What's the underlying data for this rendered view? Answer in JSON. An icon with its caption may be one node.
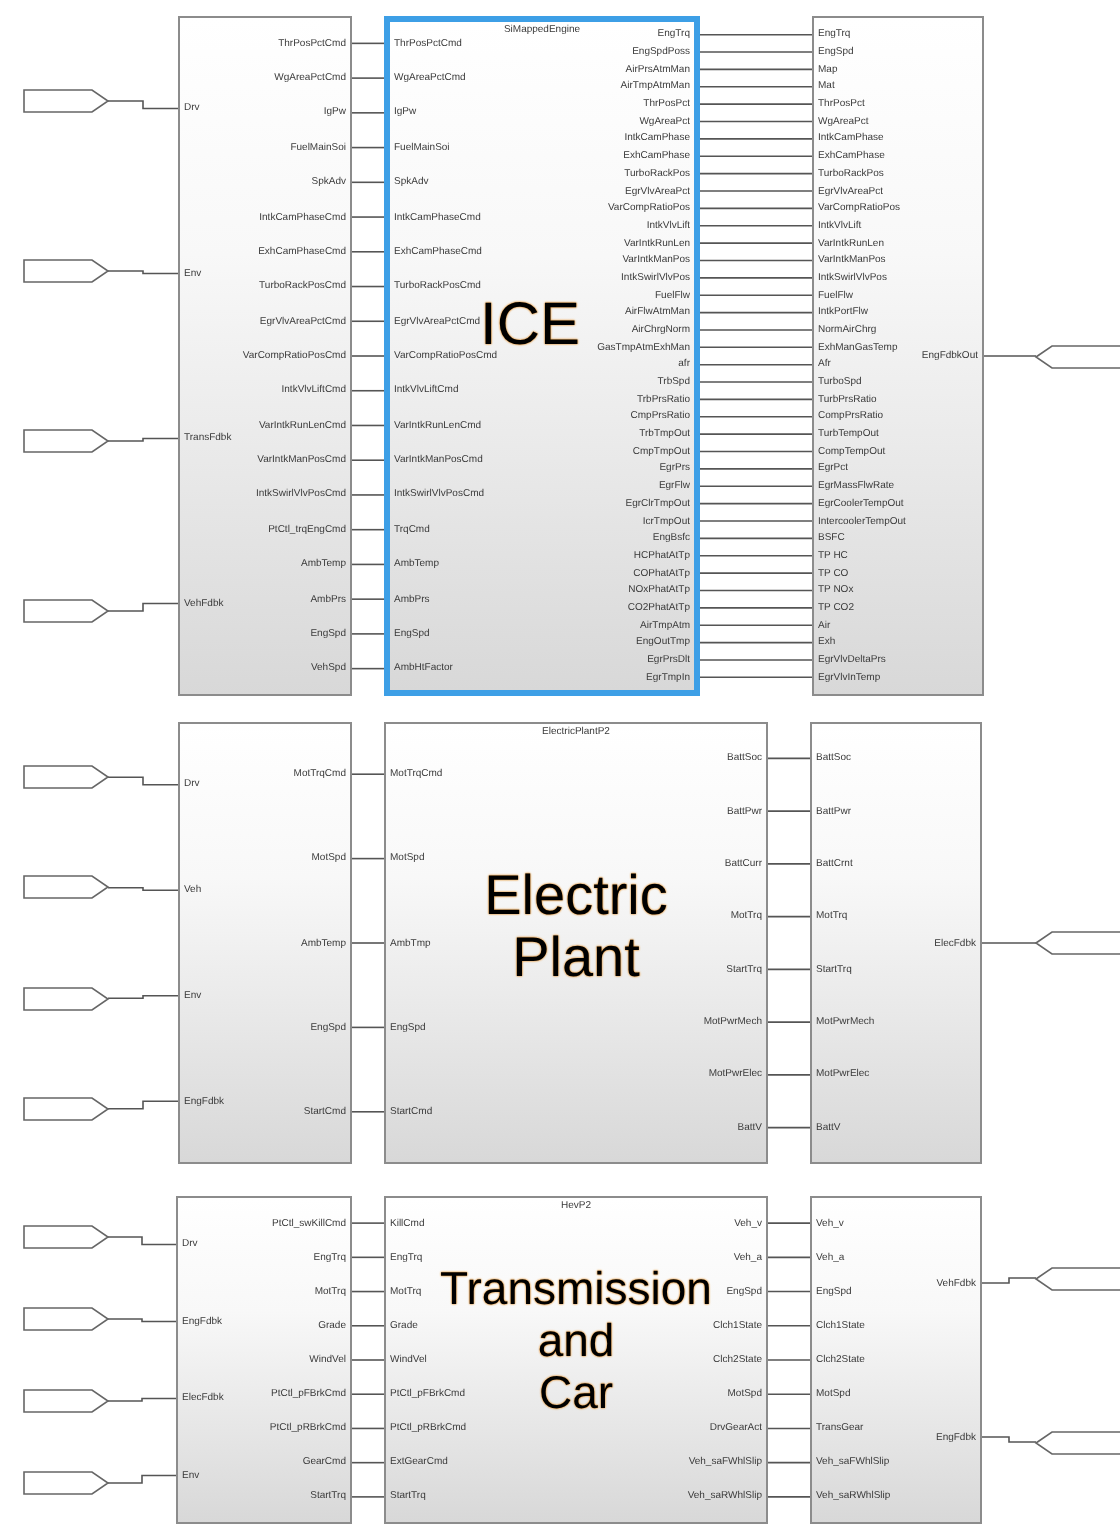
{
  "diagram": {
    "nodes": [
      {
        "text": [],
        "shape": "pentagon"
      },
      {
        "text": [],
        "shape": "pentagon"
      },
      {
        "text": [],
        "shape": "pentagon"
      },
      {
        "text": [],
        "shape": "pentagon"
      },
      {
        "text": [
          "Drv",
          "Env",
          "TransFdbk",
          "VehFdbk",
          "ThrPosPctCmd",
          "WgAreaPctCmd",
          "IgPw",
          "FuelMainSoi",
          "SpkAdv",
          "IntkCamPhaseCmd",
          "ExhCamPhaseCmd",
          "TurboRackPosCmd",
          "EgrVlvAreaPctCmd",
          "VarCompRatioPosCmd",
          "IntkVlvLiftCmd",
          "VarIntkRunLenCmd",
          "VarIntkManPosCmd",
          "IntkSwirlVlvPosCmd",
          "PtCtl_trqEngCmd",
          "AmbTemp",
          "AmbPrs",
          "EngSpd",
          "VehSpd"
        ]
      },
      {
        "text": [
          "SiMappedEngine",
          "ThrPosPctCmd",
          "WgAreaPctCmd",
          "IgPw",
          "FuelMainSoi",
          "SpkAdv",
          "IntkCamPhaseCmd",
          "ExhCamPhaseCmd",
          "TurboRackPosCmd",
          "EgrVlvAreaPctCmd",
          "VarCompRatioPosCmd",
          "IntkVlvLiftCmd",
          "VarIntkRunLenCmd",
          "VarIntkManPosCmd",
          "IntkSwirlVlvPosCmd",
          "TrqCmd",
          "AmbTemp",
          "AmbPrs",
          "EngSpd",
          "AmbHtFactor",
          "EngTrq",
          "EngSpdPoss",
          "AirPrsAtmMan",
          "AirTmpAtmMan",
          "ThrPosPct",
          "WgAreaPct",
          "IntkCamPhase",
          "ExhCamPhase",
          "TurboRackPos",
          "EgrVlvAreaPct",
          "VarCompRatioPos",
          "IntkVlvLift",
          "VarIntkRunLen",
          "VarIntkManPos",
          "IntkSwirlVlvPos",
          "FuelFlw",
          "AirFlwAtmMan",
          "AirChrgNorm",
          "GasTmpAtmExhMan",
          "afr",
          "TrbSpd",
          "TrbPrsRatio",
          "CmpPrsRatio",
          "TrbTmpOut",
          "CmpTmpOut",
          "EgrPrs",
          "EgrFlw",
          "EgrClrTmpOut",
          "IcrTmpOut",
          "EngBsfc",
          "HCPhatAtTp",
          "COPhatAtTp",
          "NOxPhatAtTp",
          "CO2PhatAtTp",
          "AirTmpAtm",
          "EngOutTmp",
          "EgrPrsDlt",
          "EgrTmpIn"
        ]
      },
      {
        "text": [
          "EngTrq",
          "EngSpd",
          "Map",
          "Mat",
          "ThrPosPct",
          "WgAreaPct",
          "IntkCamPhase",
          "ExhCamPhase",
          "TurboRackPos",
          "EgrVlvAreaPct",
          "VarCompRatioPos",
          "IntkVlvLift",
          "VarIntkRunLen",
          "VarIntkManPos",
          "IntkSwirlVlvPos",
          "FuelFlw",
          "IntkPortFlw",
          "NormAirChrg",
          "ExhManGasTemp",
          "Afr",
          "TurboSpd",
          "TurbPrsRatio",
          "CompPrsRatio",
          "TurbTempOut",
          "CompTempOut",
          "EgrPct",
          "EgrMassFlwRate",
          "EgrCoolerTempOut",
          "IntercoolerTempOut",
          "BSFC",
          "TP HC",
          "TP CO",
          "TP NOx",
          "TP CO2",
          "Air",
          "Exh",
          "EgrVlvDeltaPrs",
          "EgrVlvInTemp",
          "EngFdbkOut"
        ]
      },
      {
        "text": [],
        "shape": "pentagon"
      },
      {
        "text": [],
        "shape": "pentagon"
      },
      {
        "text": [],
        "shape": "pentagon"
      },
      {
        "text": [],
        "shape": "pentagon"
      },
      {
        "text": [],
        "shape": "pentagon"
      },
      {
        "text": [
          "Drv",
          "Veh",
          "Env",
          "EngFdbk",
          "MotTrqCmd",
          "MotSpd",
          "AmbTemp",
          "EngSpd",
          "StartCmd"
        ]
      },
      {
        "text": [
          "ElectricPlantP2",
          "MotTrqCmd",
          "MotSpd",
          "AmbTmp",
          "EngSpd",
          "StartCmd",
          "BattSoc",
          "BattPwr",
          "BattCurr",
          "MotTrq",
          "StartTrq",
          "MotPwrMech",
          "MotPwrElec",
          "BattV"
        ]
      },
      {
        "text": [
          "BattSoc",
          "BattPwr",
          "BattCrnt",
          "MotTrq",
          "StartTrq",
          "MotPwrMech",
          "MotPwrElec",
          "BattV",
          "ElecFdbk"
        ]
      },
      {
        "text": [],
        "shape": "pentagon"
      },
      {
        "text": [],
        "shape": "pentagon"
      },
      {
        "text": [],
        "shape": "pentagon"
      },
      {
        "text": [],
        "shape": "pentagon"
      },
      {
        "text": [],
        "shape": "pentagon"
      },
      {
        "text": [
          "Drv",
          "EngFdbk",
          "ElecFdbk",
          "Env",
          "PtCtl_swKillCmd",
          "EngTrq",
          "MotTrq",
          "Grade",
          "WindVel",
          "PtCtl_pFBrkCmd",
          "PtCtl_pRBrkCmd",
          "GearCmd",
          "StartTrq"
        ]
      },
      {
        "text": [
          "HevP2",
          "KillCmd",
          "EngTrq",
          "MotTrq",
          "Grade",
          "WindVel",
          "PtCtl_pFBrkCmd",
          "PtCtl_pRBrkCmd",
          "ExtGearCmd",
          "StartTrq",
          "Veh_v",
          "Veh_a",
          "EngSpd",
          "Clch1State",
          "Clch2State",
          "MotSpd",
          "DrvGearAct",
          "Veh_saFWhlSlip",
          "Veh_saRWhlSlip"
        ]
      },
      {
        "text": [
          "Veh_v",
          "Veh_a",
          "EngSpd",
          "Clch1State",
          "Clch2State",
          "MotSpd",
          "TransGear",
          "Veh_saFWhlSlip",
          "Veh_saRWhlSlip",
          "VehFdbk",
          "EngFdbk"
        ]
      },
      {
        "text": [],
        "shape": "pentagon"
      },
      {
        "text": [],
        "shape": "pentagon"
      }
    ],
    "edges": [
      {
        "from": 0,
        "to": 4,
        "arrow": "none"
      },
      {
        "from": 1,
        "to": 4,
        "arrow": "none"
      },
      {
        "from": 2,
        "to": 4,
        "arrow": "none"
      },
      {
        "from": 3,
        "to": 4,
        "arrow": "none"
      },
      {
        "from": 4,
        "to": 5,
        "arrow": "none"
      },
      {
        "from": 4,
        "to": 5,
        "arrow": "none"
      },
      {
        "from": 4,
        "to": 5,
        "arrow": "none"
      },
      {
        "from": 4,
        "to": 5,
        "arrow": "none"
      },
      {
        "from": 4,
        "to": 5,
        "arrow": "none"
      },
      {
        "from": 4,
        "to": 5,
        "arrow": "none"
      },
      {
        "from": 4,
        "to": 5,
        "arrow": "none"
      },
      {
        "from": 4,
        "to": 5,
        "arrow": "none"
      },
      {
        "from": 4,
        "to": 5,
        "arrow": "none"
      },
      {
        "from": 4,
        "to": 5,
        "arrow": "none"
      },
      {
        "from": 4,
        "to": 5,
        "arrow": "none"
      },
      {
        "from": 4,
        "to": 5,
        "arrow": "none"
      },
      {
        "from": 4,
        "to": 5,
        "arrow": "none"
      },
      {
        "from": 4,
        "to": 5,
        "arrow": "none"
      },
      {
        "from": 4,
        "to": 5,
        "arrow": "none"
      },
      {
        "from": 4,
        "to": 5,
        "arrow": "none"
      },
      {
        "from": 4,
        "to": 5,
        "arrow": "none"
      },
      {
        "from": 4,
        "to": 5,
        "arrow": "none"
      },
      {
        "from": 4,
        "to": 5,
        "arrow": "none"
      },
      {
        "from": 5,
        "to": 6,
        "arrow": "none"
      },
      {
        "from": 5,
        "to": 6,
        "arrow": "none"
      },
      {
        "from": 5,
        "to": 6,
        "arrow": "none"
      },
      {
        "from": 5,
        "to": 6,
        "arrow": "none"
      },
      {
        "from": 5,
        "to": 6,
        "arrow": "none"
      },
      {
        "from": 5,
        "to": 6,
        "arrow": "none"
      },
      {
        "from": 5,
        "to": 6,
        "arrow": "none"
      },
      {
        "from": 5,
        "to": 6,
        "arrow": "none"
      },
      {
        "from": 5,
        "to": 6,
        "arrow": "none"
      },
      {
        "from": 5,
        "to": 6,
        "arrow": "none"
      },
      {
        "from": 5,
        "to": 6,
        "arrow": "none"
      },
      {
        "from": 5,
        "to": 6,
        "arrow": "none"
      },
      {
        "from": 5,
        "to": 6,
        "arrow": "none"
      },
      {
        "from": 5,
        "to": 6,
        "arrow": "none"
      },
      {
        "from": 5,
        "to": 6,
        "arrow": "none"
      },
      {
        "from": 5,
        "to": 6,
        "arrow": "none"
      },
      {
        "from": 5,
        "to": 6,
        "arrow": "none"
      },
      {
        "from": 5,
        "to": 6,
        "arrow": "none"
      },
      {
        "from": 5,
        "to": 6,
        "arrow": "none"
      },
      {
        "from": 5,
        "to": 6,
        "arrow": "none"
      },
      {
        "from": 5,
        "to": 6,
        "arrow": "none"
      },
      {
        "from": 5,
        "to": 6,
        "arrow": "none"
      },
      {
        "from": 5,
        "to": 6,
        "arrow": "none"
      },
      {
        "from": 5,
        "to": 6,
        "arrow": "none"
      },
      {
        "from": 5,
        "to": 6,
        "arrow": "none"
      },
      {
        "from": 5,
        "to": 6,
        "arrow": "none"
      },
      {
        "from": 5,
        "to": 6,
        "arrow": "none"
      },
      {
        "from": 5,
        "to": 6,
        "arrow": "none"
      },
      {
        "from": 5,
        "to": 6,
        "arrow": "none"
      },
      {
        "from": 5,
        "to": 6,
        "arrow": "none"
      },
      {
        "from": 5,
        "to": 6,
        "arrow": "none"
      },
      {
        "from": 5,
        "to": 6,
        "arrow": "none"
      },
      {
        "from": 5,
        "to": 6,
        "arrow": "none"
      },
      {
        "from": 5,
        "to": 6,
        "arrow": "none"
      },
      {
        "from": 5,
        "to": 6,
        "arrow": "none"
      },
      {
        "from": 5,
        "to": 6,
        "arrow": "none"
      },
      {
        "from": 5,
        "to": 6,
        "arrow": "none"
      },
      {
        "from": 5,
        "to": 6,
        "arrow": "none"
      },
      {
        "from": 6,
        "to": 7,
        "arrow": "none"
      },
      {
        "from": 8,
        "to": 12,
        "arrow": "none"
      },
      {
        "from": 9,
        "to": 12,
        "arrow": "none"
      },
      {
        "from": 10,
        "to": 12,
        "arrow": "none"
      },
      {
        "from": 11,
        "to": 12,
        "arrow": "none"
      },
      {
        "from": 12,
        "to": 13,
        "arrow": "none"
      },
      {
        "from": 12,
        "to": 13,
        "arrow": "none"
      },
      {
        "from": 12,
        "to": 13,
        "arrow": "none"
      },
      {
        "from": 12,
        "to": 13,
        "arrow": "none"
      },
      {
        "from": 12,
        "to": 13,
        "arrow": "none"
      },
      {
        "from": 13,
        "to": 14,
        "arrow": "none"
      },
      {
        "from": 13,
        "to": 14,
        "arrow": "none"
      },
      {
        "from": 13,
        "to": 14,
        "arrow": "none"
      },
      {
        "from": 13,
        "to": 14,
        "arrow": "none"
      },
      {
        "from": 13,
        "to": 14,
        "arrow": "none"
      },
      {
        "from": 13,
        "to": 14,
        "arrow": "none"
      },
      {
        "from": 13,
        "to": 14,
        "arrow": "none"
      },
      {
        "from": 13,
        "to": 14,
        "arrow": "none"
      },
      {
        "from": 14,
        "to": 15,
        "arrow": "none"
      },
      {
        "from": 16,
        "to": 20,
        "arrow": "none"
      },
      {
        "from": 17,
        "to": 20,
        "arrow": "none"
      },
      {
        "from": 18,
        "to": 20,
        "arrow": "none"
      },
      {
        "from": 19,
        "to": 20,
        "arrow": "none"
      },
      {
        "from": 20,
        "to": 21,
        "arrow": "none"
      },
      {
        "from": 20,
        "to": 21,
        "arrow": "none"
      },
      {
        "from": 20,
        "to": 21,
        "arrow": "none"
      },
      {
        "from": 20,
        "to": 21,
        "arrow": "none"
      },
      {
        "from": 20,
        "to": 21,
        "arrow": "none"
      },
      {
        "from": 20,
        "to": 21,
        "arrow": "none"
      },
      {
        "from": 20,
        "to": 21,
        "arrow": "none"
      },
      {
        "from": 20,
        "to": 21,
        "arrow": "none"
      },
      {
        "from": 20,
        "to": 21,
        "arrow": "none"
      },
      {
        "from": 21,
        "to": 22,
        "arrow": "none"
      },
      {
        "from": 21,
        "to": 22,
        "arrow": "none"
      },
      {
        "from": 21,
        "to": 22,
        "arrow": "none"
      },
      {
        "from": 21,
        "to": 22,
        "arrow": "none"
      },
      {
        "from": 21,
        "to": 22,
        "arrow": "none"
      },
      {
        "from": 21,
        "to": 22,
        "arrow": "none"
      },
      {
        "from": 21,
        "to": 22,
        "arrow": "none"
      },
      {
        "from": 21,
        "to": 22,
        "arrow": "none"
      },
      {
        "from": 21,
        "to": 22,
        "arrow": "none"
      },
      {
        "from": 22,
        "to": 23,
        "arrow": "none"
      },
      {
        "from": 22,
        "to": 24,
        "arrow": "none"
      }
    ],
    "labels": [
      "ICE",
      "Electric Plant",
      "Transmission and Car"
    ]
  }
}
